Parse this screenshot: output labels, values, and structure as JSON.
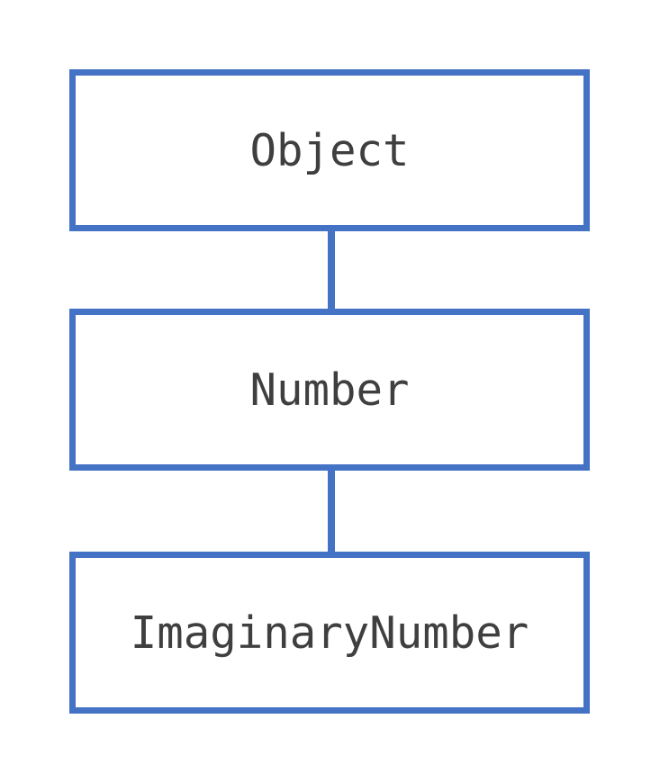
{
  "diagram": {
    "type": "class-hierarchy",
    "orientation": "vertical",
    "nodes": [
      {
        "id": "object",
        "label": "Object"
      },
      {
        "id": "number",
        "label": "Number"
      },
      {
        "id": "imaginary-number",
        "label": "ImaginaryNumber"
      }
    ],
    "edges": [
      {
        "from": "object",
        "to": "number"
      },
      {
        "from": "number",
        "to": "imaginary-number"
      }
    ]
  },
  "colors": {
    "accent": "#4472c4",
    "text": "#3f3f3f",
    "background": "#ffffff"
  }
}
